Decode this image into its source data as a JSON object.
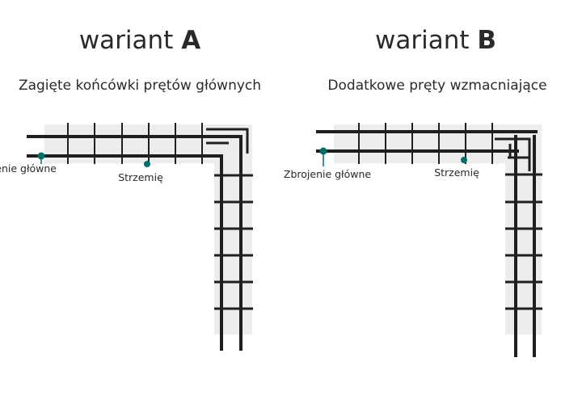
{
  "variant_a": {
    "word": "wariant",
    "letter": "A",
    "subtitle": "Zagięte końcówki prętów głównych",
    "callout_main": "Zbrojenie główne",
    "callout_stirrup": "Strzemię"
  },
  "variant_b": {
    "word": "wariant",
    "letter": "B",
    "subtitle": "Dodatkowe pręty wzmacniające",
    "callout_main": "Zbrojenie główne",
    "callout_stirrup": "Strzemię"
  },
  "colors": {
    "concrete": "#ededed",
    "bar": "#1f1f1f",
    "marker": "#006e6a",
    "text": "#2a2a2a"
  }
}
